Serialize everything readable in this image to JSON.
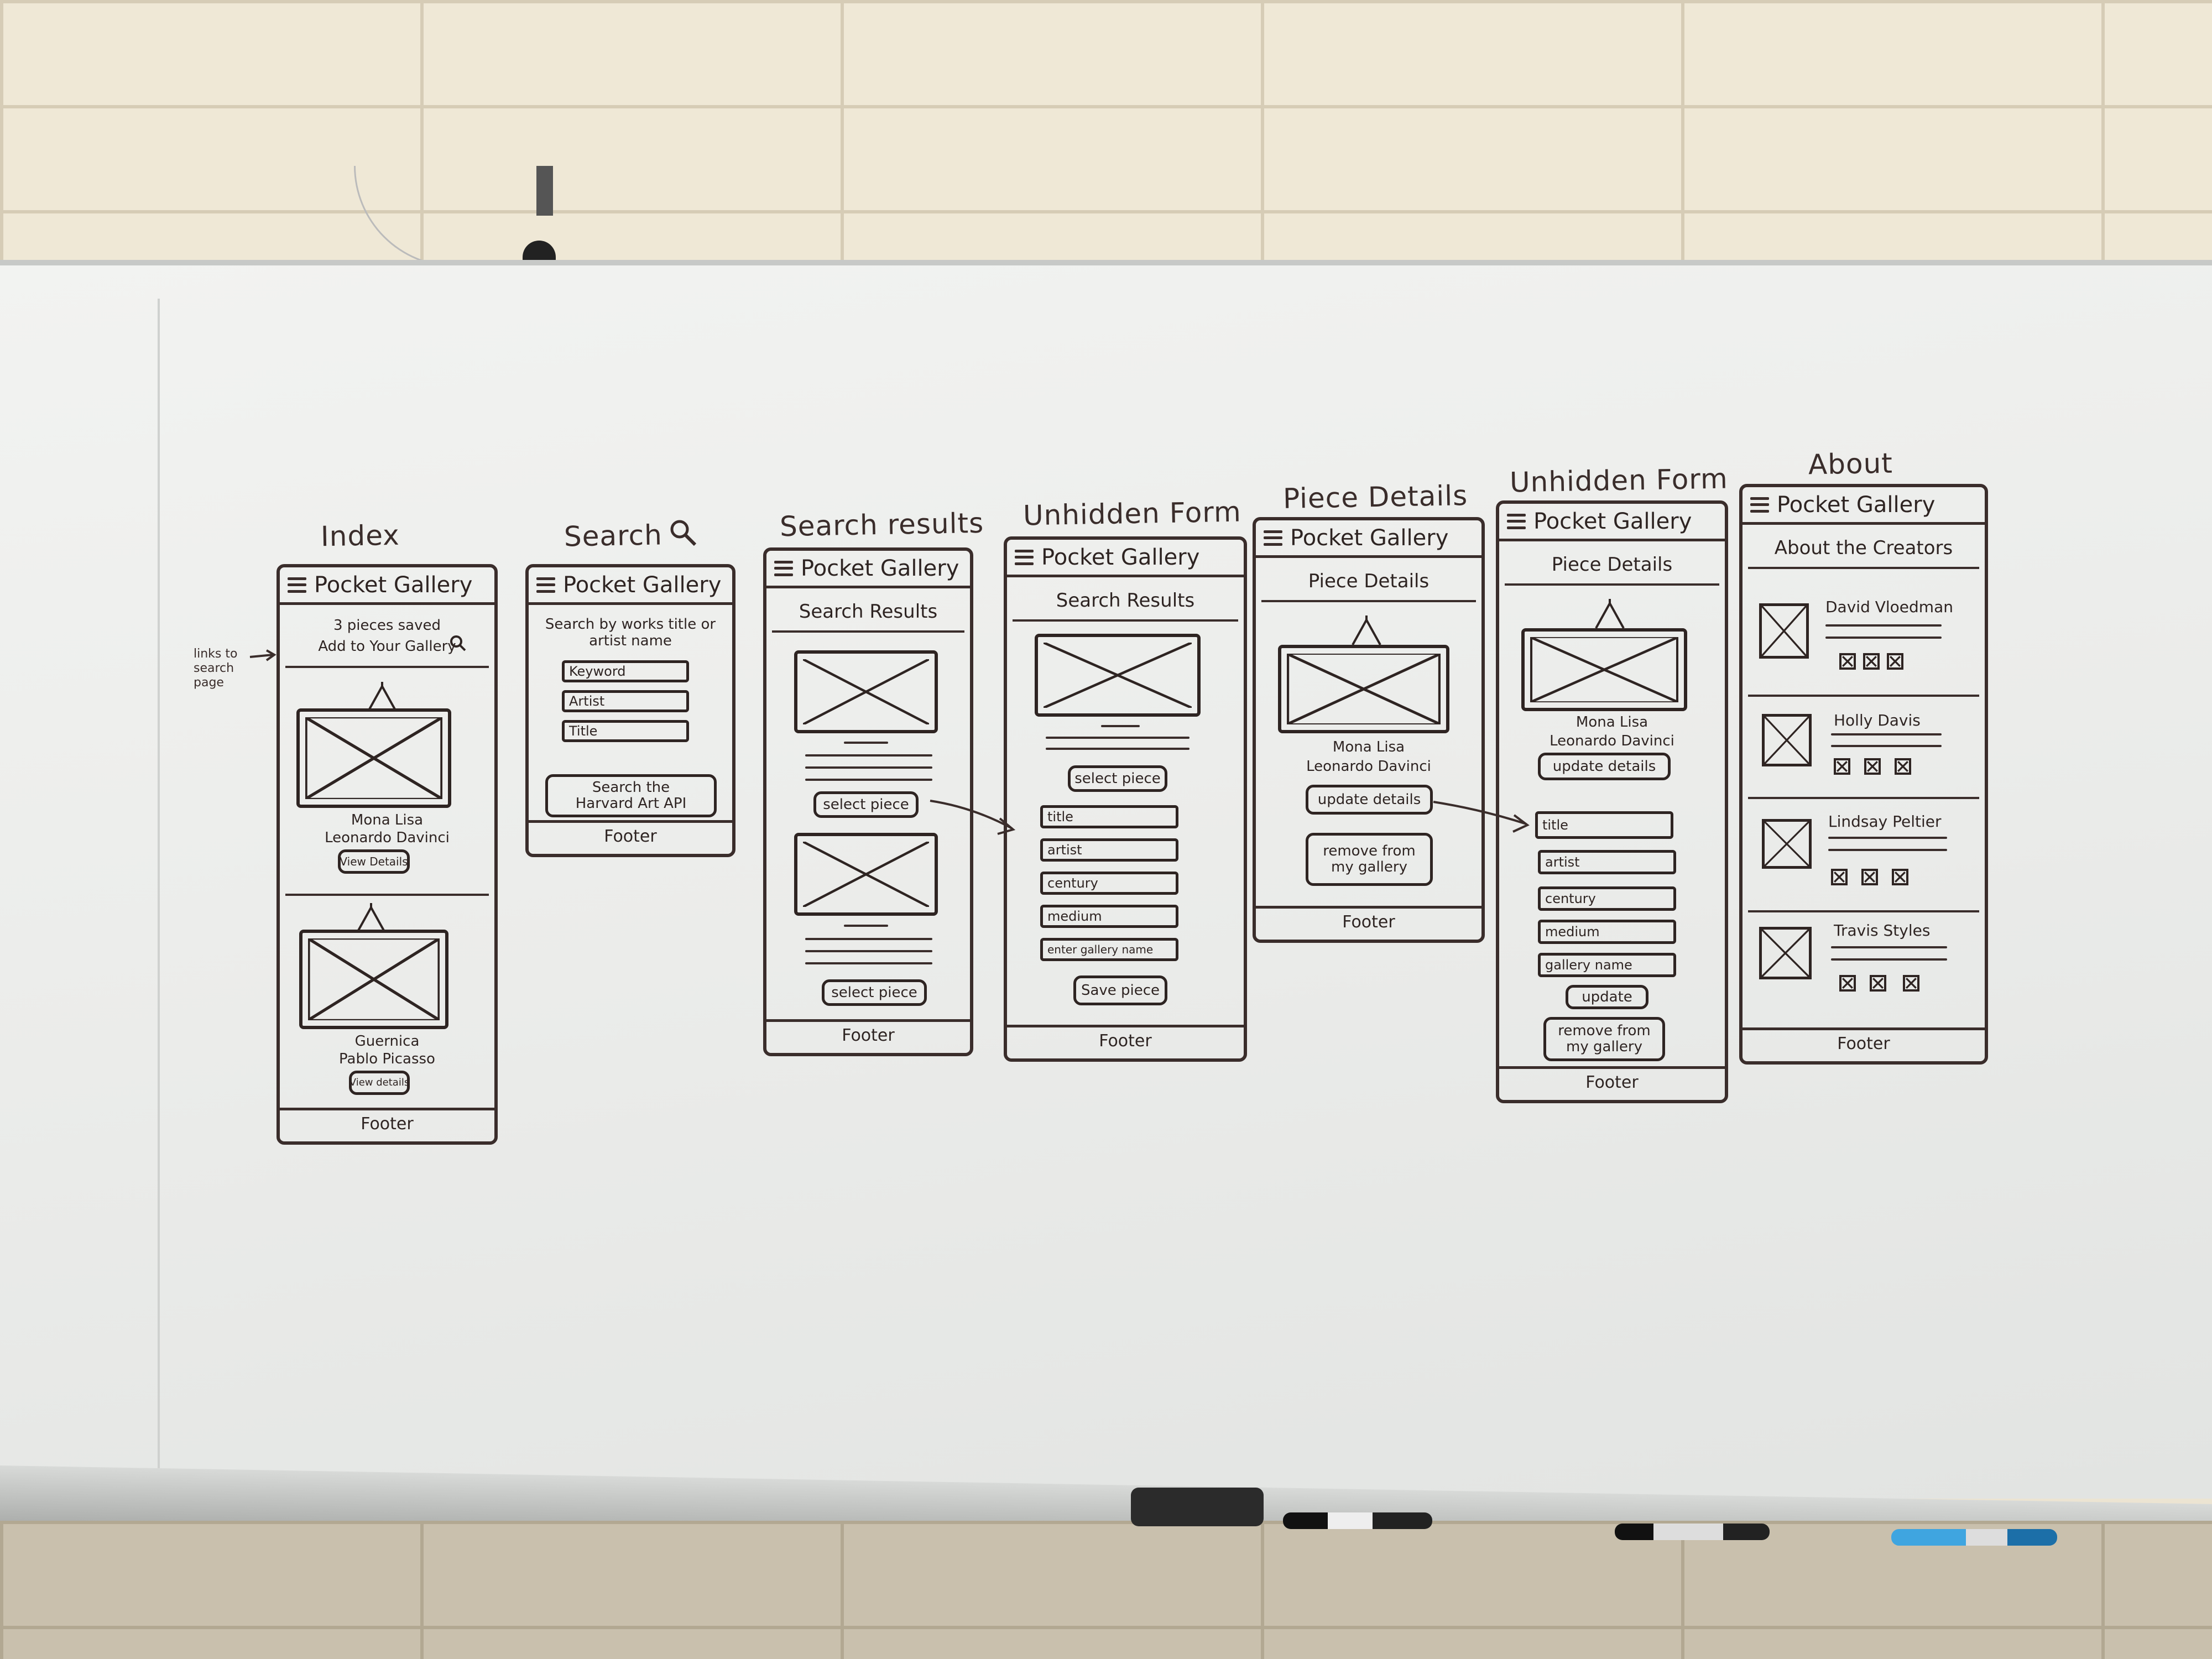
{
  "app_title": "Pocket Gallery",
  "footer_label": "Footer",
  "annotations": {
    "links_note": "links to search page"
  },
  "screens": {
    "index": {
      "caption": "Index",
      "summary": "3 pieces saved",
      "add_link": "Add to Your Gallery",
      "pieces": [
        {
          "title": "Mona Lisa",
          "artist": "Leonardo Davinci",
          "button": "View Details"
        },
        {
          "title": "Guernica",
          "artist": "Pablo Picasso",
          "button": "View details"
        }
      ]
    },
    "search": {
      "caption": "Search",
      "instructions": "Search by works title or artist name",
      "fields": [
        {
          "placeholder": "Keyword"
        },
        {
          "placeholder": "Artist"
        },
        {
          "placeholder": "Title"
        }
      ],
      "submit": "Search the Harvard Art API"
    },
    "results": {
      "caption": "Search results",
      "heading": "Search Results",
      "buttons": [
        "select piece",
        "select piece"
      ]
    },
    "unhidden_form": {
      "caption": "Unhidden Form",
      "heading": "Search Results",
      "select_button": "select piece",
      "fields": [
        "title",
        "artist",
        "century",
        "medium",
        "enter gallery name"
      ],
      "save_button": "Save piece"
    },
    "piece_details": {
      "caption": "Piece Details",
      "heading": "Piece Details",
      "piece_title": "Mona Lisa",
      "piece_artist": "Leonardo Davinci",
      "update_button": "update details",
      "remove_button": "remove from my gallery"
    },
    "edit_form": {
      "caption": "Unhidden Form",
      "heading": "Piece Details",
      "piece_title": "Mona Lisa",
      "piece_artist": "Leonardo Davinci",
      "update_details_button": "update details",
      "fields": [
        "title",
        "artist",
        "century",
        "medium",
        "gallery name"
      ],
      "update_button": "update",
      "remove_button": "remove from my gallery"
    },
    "about": {
      "caption": "About",
      "heading": "About the Creators",
      "creators": [
        "David Vloedman",
        "Holly Davis",
        "Lindsay Peltier",
        "Travis Styles"
      ]
    }
  }
}
